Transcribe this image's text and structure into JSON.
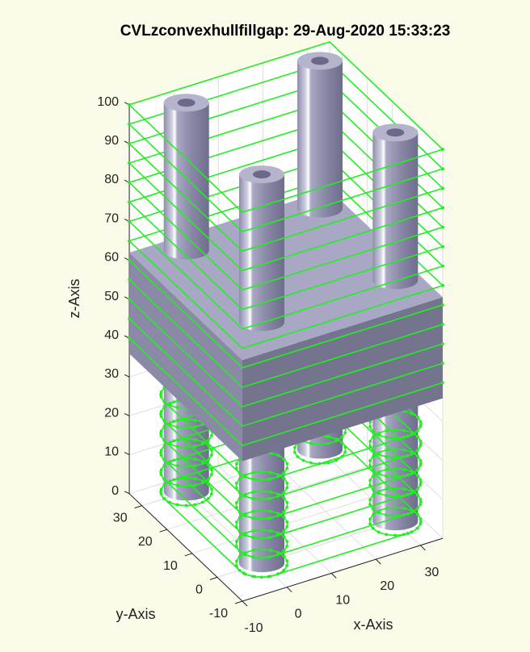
{
  "chart_data": {
    "type": "3d-surface",
    "title": "CVLzconvexhullfillgap: 29-Aug-2020 15:33:23",
    "xlabel": "x-Axis",
    "ylabel": "y-Axis",
    "zlabel": "z-Axis",
    "xlim": [
      -10,
      35
    ],
    "ylim": [
      -10,
      35
    ],
    "zlim": [
      0,
      100
    ],
    "xticks": [
      "-10",
      "0",
      "10",
      "20",
      "30"
    ],
    "yticks": [
      "-10",
      "0",
      "10",
      "20",
      "30"
    ],
    "zticks": [
      "0",
      "10",
      "20",
      "30",
      "40",
      "50",
      "60",
      "70",
      "80",
      "90",
      "100"
    ],
    "grid": true,
    "solids": {
      "cylinders": [
        {
          "x": 0,
          "y": 30
        },
        {
          "x": 30,
          "y": 30
        },
        {
          "x": 30,
          "y": 0
        },
        {
          "x": 0,
          "y": 0
        }
      ],
      "cylinder_radius": 5,
      "cylinder_z": [
        0,
        100
      ],
      "box_x": [
        -10,
        35
      ],
      "box_y": [
        -10,
        35
      ],
      "box_z": [
        36,
        62
      ]
    },
    "contour_color": "#22ee22",
    "solid_color": "#9a9ab8",
    "upper_contour_levels": [
      40,
      45,
      50,
      55,
      60,
      65,
      70,
      75,
      80,
      85,
      90,
      95,
      100
    ],
    "lower_contour_levels": [
      0,
      5,
      10,
      15,
      20,
      25
    ]
  }
}
